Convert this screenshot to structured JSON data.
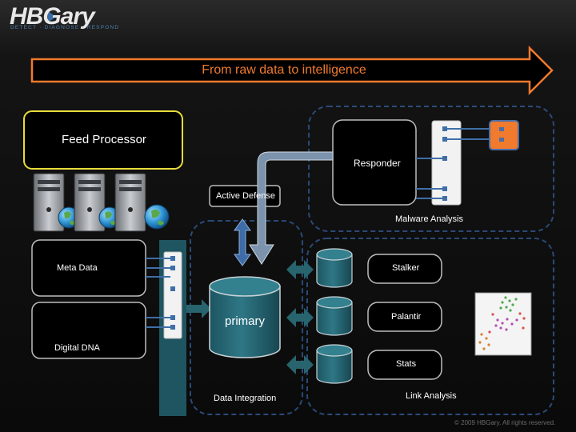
{
  "logo": {
    "wordmark": "HBGary",
    "tagline": "DETECT · DIAGNOSE · RESPOND"
  },
  "banner": {
    "text": "From raw data to intelligence"
  },
  "labels": {
    "feed_processor": "Feed Processor",
    "responder": "Responder",
    "active_defense": "Active Defense",
    "malware_analysis": "Malware Analysis",
    "meta_data": "Meta Data",
    "digital_dna": "Digital DNA",
    "primary": "primary",
    "stalker": "Stalker",
    "palantir": "Palantir",
    "stats": "Stats",
    "data_integration": "Data Integration",
    "link_analysis": "Link Analysis"
  },
  "footer": {
    "copyright": "© 2009 HBGary. All rights reserved."
  },
  "colors": {
    "accent_orange": "#f07a2e",
    "feed_border": "#e8dc3a",
    "teal": "#27646e",
    "teal_dark": "#15434b",
    "port_blue": "#3f6fa8",
    "dashed_border": "#2a4a78"
  },
  "icons": [
    "server-icon",
    "globe-icon",
    "database-icon",
    "bidirectional-arrow-icon",
    "down-arrow-icon",
    "bent-arrow-icon",
    "link-graph-thumbnail"
  ]
}
